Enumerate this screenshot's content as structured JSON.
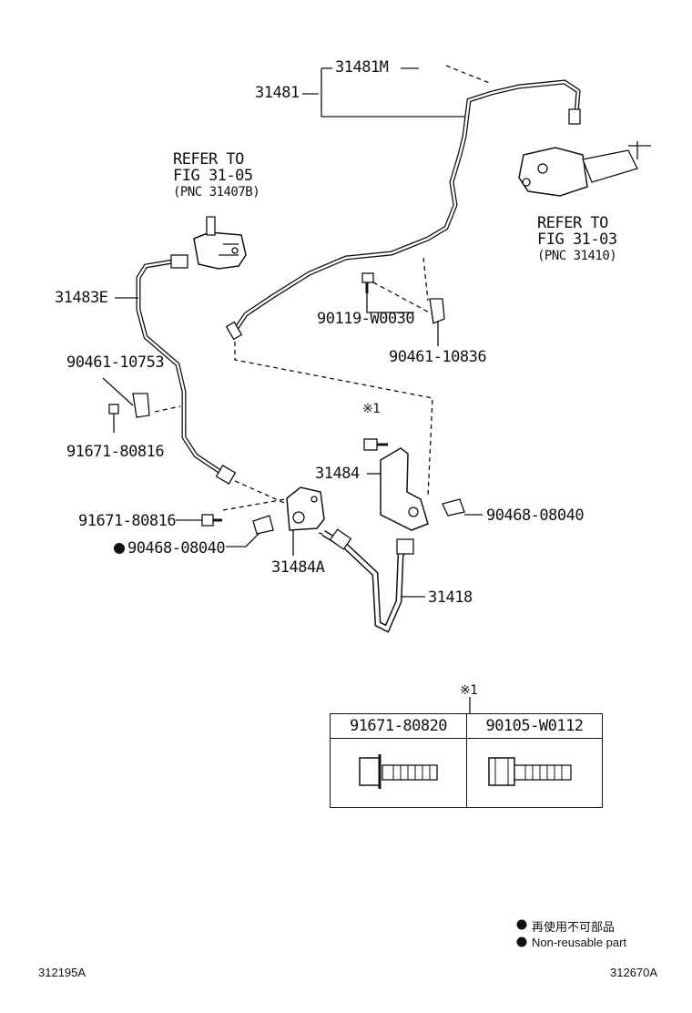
{
  "parts": {
    "p31481M": "31481M",
    "p31481": "31481",
    "refer1_line1": "REFER TO",
    "refer1_line2": "FIG 31-05",
    "refer1_line3": "(PNC 31407B)",
    "refer2_line1": "REFER TO",
    "refer2_line2": "FIG 31-03",
    "refer2_line3": "(PNC 31410)",
    "p31483E": "31483E",
    "p90461_10753": "90461-10753",
    "p91671_80816_a": "91671-80816",
    "p90119_W0030": "90119-W0030",
    "p90461_10836": "90461-10836",
    "note1_mark": "※1",
    "p31484": "31484",
    "p90468_08040_a": "90468-08040",
    "p91671_80816_b": "91671-80816",
    "p90468_08040_b": "90468-08040",
    "p31484A": "31484A",
    "p31418": "31418"
  },
  "table": {
    "note_mark": "※1",
    "col1_header": "91671-80820",
    "col2_header": "90105-W0112"
  },
  "legend": {
    "jp": "再使用不可部品",
    "en": "Non-reusable part"
  },
  "footer": {
    "left_code": "312195A",
    "right_code": "312670A"
  }
}
